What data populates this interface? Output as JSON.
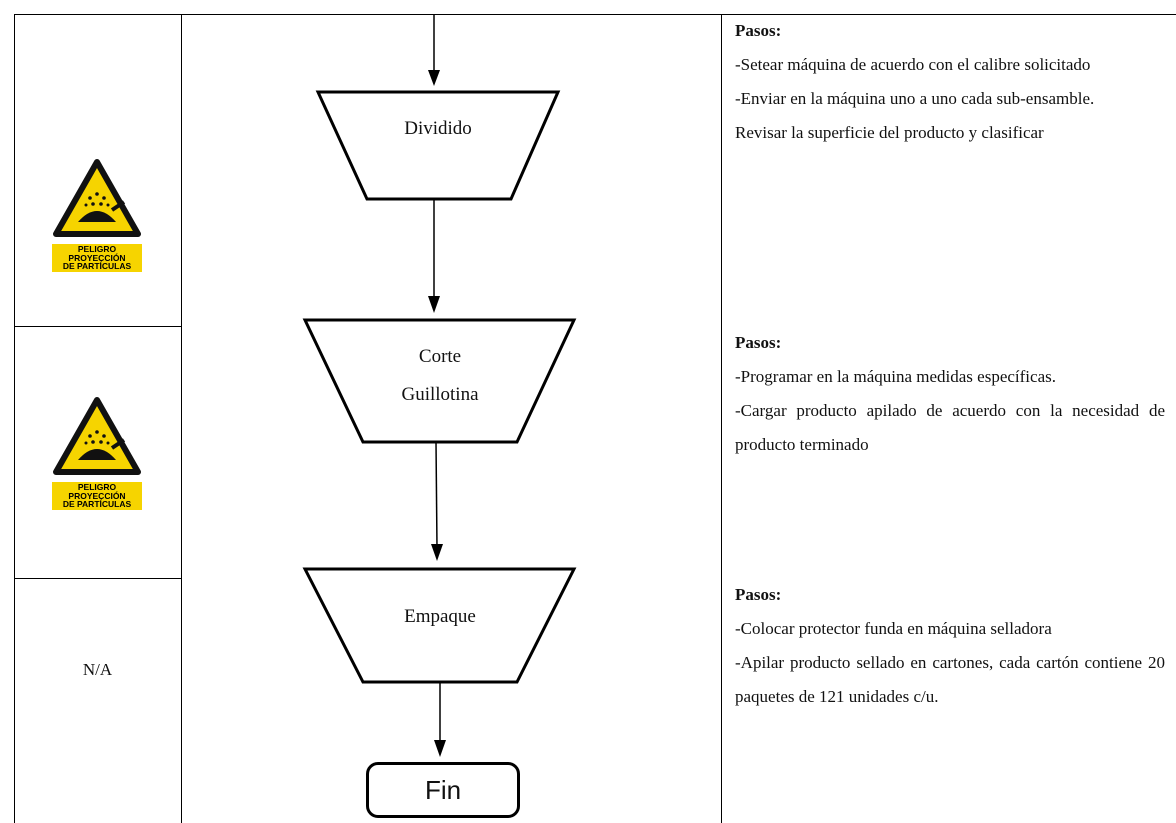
{
  "hazard_sign": {
    "line1": "PELIGRO",
    "line2": "PROYECCIÓN",
    "line3": "DE PARTÍCULAS",
    "background": "#f6d400"
  },
  "rows": [
    {
      "icon": "hazard-particle-projection-icon",
      "shape_label": "Dividido",
      "steps_title": "Pasos:",
      "steps": [
        "-Setear máquina de acuerdo con el calibre solicitado",
        "-Enviar en la máquina uno a uno cada sub-ensamble.",
        "Revisar la superficie del producto y clasificar"
      ]
    },
    {
      "icon": "hazard-particle-projection-icon",
      "shape_label_line1": "Corte",
      "shape_label_line2": "Guillotina",
      "steps_title": "Pasos:",
      "steps": [
        "-Programar en la máquina medidas específicas.",
        "-Cargar producto apilado de acuerdo con la necesidad de producto terminado"
      ]
    },
    {
      "icon_text": "N/A",
      "shape_label": "Empaque",
      "steps_title": "Pasos:",
      "steps": [
        "-Colocar protector funda en máquina selladora",
        "-Apilar producto sellado en cartones, cada cartón contiene 20 paquetes de 121 unidades c/u."
      ]
    }
  ],
  "end_label": "Fin"
}
